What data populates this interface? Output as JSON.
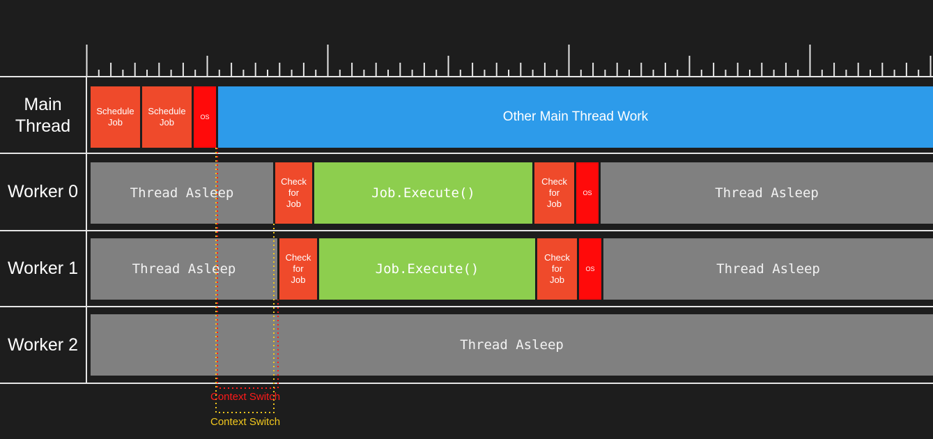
{
  "colors": {
    "background": "#1d1d1d",
    "grid": "#e6e6e6",
    "task_red": "#ef4a2b",
    "os_red": "#ff0a0a",
    "main_work_blue": "#2d9bea",
    "asleep_gray": "#808080",
    "execute_green": "#8dce4e",
    "context_switch_red": "#ff1a1a",
    "context_switch_yellow": "#f2c81e"
  },
  "rows": {
    "main": {
      "label": "Main\nThread",
      "schedule_job_1": "Schedule\nJob",
      "schedule_job_2": "Schedule\nJob",
      "os": "OS",
      "other_work": "Other Main Thread Work"
    },
    "worker0": {
      "label": "Worker 0",
      "asleep_1": "Thread Asleep",
      "check_1": "Check\nfor\nJob",
      "execute": "Job.Execute()",
      "check_2": "Check\nfor\nJob",
      "os": "OS",
      "asleep_2": "Thread Asleep"
    },
    "worker1": {
      "label": "Worker 1",
      "asleep_1": "Thread Asleep",
      "check_1": "Check\nfor\nJob",
      "execute": "Job.Execute()",
      "check_2": "Check\nfor\nJob",
      "os": "OS",
      "asleep_2": "Thread Asleep"
    },
    "worker2": {
      "label": "Worker 2",
      "asleep": "Thread Asleep"
    }
  },
  "annotations": {
    "context_switch_red": "Context Switch",
    "context_switch_yellow": "Context Switch"
  }
}
